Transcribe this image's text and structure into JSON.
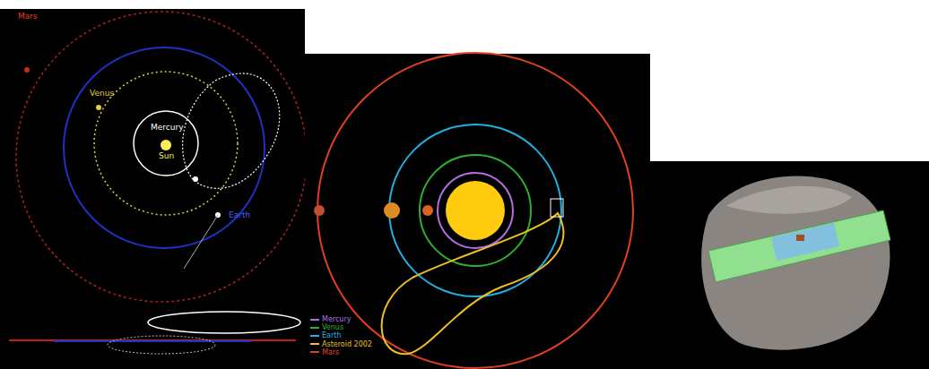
{
  "diagram": {
    "labels": [
      "Mars",
      "Venus",
      "Mercury",
      "Sun",
      "Earth"
    ],
    "legend": [
      {
        "text": "Mercury",
        "color": "#b070e0"
      },
      {
        "text": "Venus",
        "color": "#30b030"
      },
      {
        "text": "Earth",
        "color": "#20b0e0"
      },
      {
        "text": "Asteroid 2002",
        "color": "#f0c020"
      },
      {
        "text": "Mars",
        "color": "#e04020"
      }
    ]
  }
}
